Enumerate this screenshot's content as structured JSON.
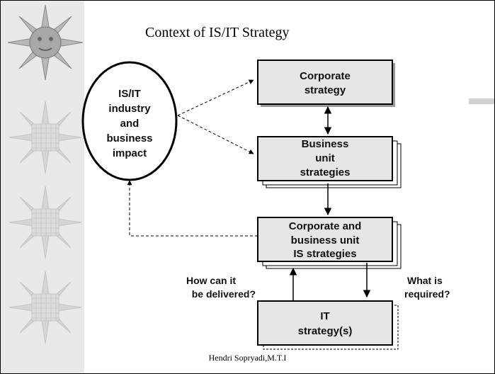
{
  "slide": {
    "title": "Context of IS/IT Strategy",
    "footer": "Hendri Sopryadi,M.T.I"
  },
  "diagram": {
    "oval": {
      "lines": [
        "IS/IT",
        "industry",
        "and",
        "business",
        "impact"
      ]
    },
    "corporate_strategy": {
      "lines": [
        "Corporate",
        "strategy"
      ]
    },
    "business_unit_strategies": {
      "lines": [
        "Business",
        "unit",
        "strategies"
      ]
    },
    "is_strategies": {
      "lines": [
        "Corporate and",
        "business unit",
        "IS strategies"
      ]
    },
    "it_strategy": {
      "lines": [
        "IT",
        "strategy(s)"
      ]
    },
    "question_left": {
      "lines": [
        "How can it",
        "be delivered?"
      ]
    },
    "question_right": {
      "lines": [
        "What is",
        "required?"
      ]
    }
  },
  "colors": {
    "box_fill": "#e6e6e6",
    "sidebar_bg": "#e9e9e9",
    "ornament": "#c8c8c8"
  },
  "icons": [
    "sun-ornament-icon",
    "star-ornament-icon"
  ]
}
